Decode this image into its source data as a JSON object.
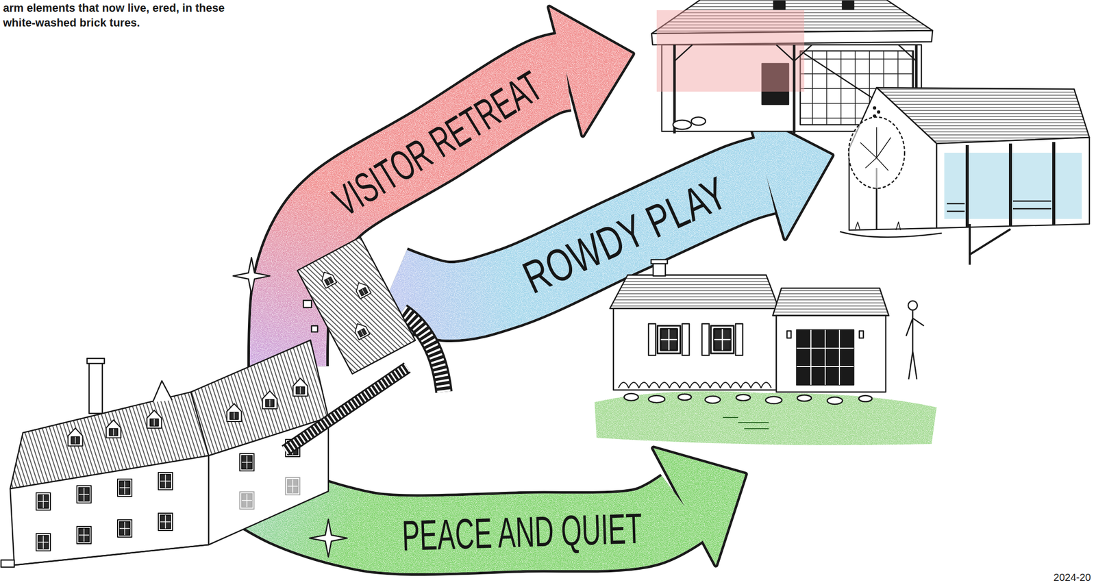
{
  "diagram": {
    "nodes": [
      {
        "text": [
          "VISITOR RETREAT"
        ]
      },
      {
        "text": [
          "ROWDY PLAY"
        ]
      },
      {
        "text": [
          "PEACE AND QUIET"
        ]
      }
    ],
    "labels": [
      "arm elements that now live, ered, in these white-washed brick tures.",
      "2024-20"
    ]
  }
}
